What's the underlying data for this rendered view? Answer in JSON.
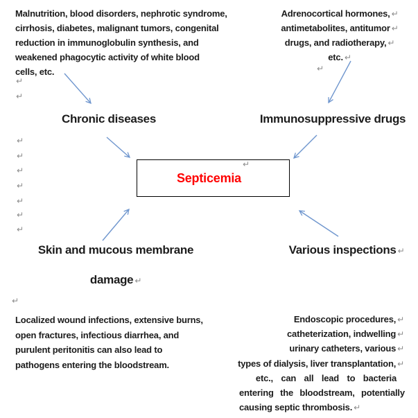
{
  "colors": {
    "arrow_blue": "#6f96ce",
    "text_black": "#1c1c1c",
    "septicemia_red": "#ff0000",
    "formatting_mark_gray": "#8a8a8a"
  },
  "icons": {
    "line_break_mark": "↵"
  },
  "center_box": {
    "label": "Septicemia"
  },
  "headings": {
    "chronic_diseases": "Chronic diseases",
    "immunosuppressive_drugs": "Immunosuppressive drugs",
    "skin_damage_line1": "Skin and mucous membrane",
    "skin_damage_line2": "damage",
    "various_inspections": "Various inspections"
  },
  "paragraphs": {
    "top_left": {
      "lines": [
        "Malnutrition, blood disorders, nephrotic syndrome,",
        "cirrhosis, diabetes, malignant tumors, congenital",
        "reduction in immunoglobulin synthesis, and",
        "weakened phagocytic activity of white blood",
        "cells, etc."
      ]
    },
    "top_right": {
      "lines": [
        "Adrenocortical hormones,",
        "antimetabolites, antitumor",
        "drugs, and radiotherapy,",
        "etc."
      ]
    },
    "bottom_left": {
      "lines": [
        "Localized wound infections, extensive burns,",
        "open fractures, infectious diarrhea, and",
        "purulent peritonitis can also lead to",
        "pathogens entering the bloodstream."
      ]
    },
    "bottom_right": {
      "lines": [
        "Endoscopic procedures,",
        "catheterization, indwelling",
        "urinary catheters, various",
        "types of dialysis, liver transplantation,",
        "etc., can all lead to bacteria",
        "entering the bloodstream, potentially",
        "causing septic thrombosis."
      ]
    }
  }
}
